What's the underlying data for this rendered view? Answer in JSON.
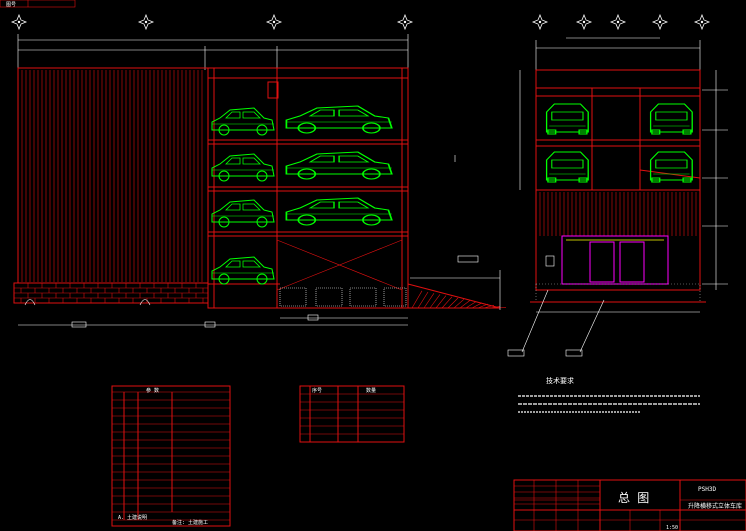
{
  "corner_tab": {
    "label": "图号"
  },
  "notes": {
    "title": "技术要求"
  },
  "left_table": {
    "header": "参 数",
    "section_bottom": "A. 土建说明",
    "footer": "备注: 土建施工"
  },
  "right_table": {
    "header_left": "序号",
    "header_right": "数量"
  },
  "title_block": {
    "company": "PSH3D",
    "drawing_name": "升降横移式立体车库",
    "main_mark": "总 图",
    "scale": "1:50"
  },
  "colors": {
    "frame": "#e01010",
    "car": "#00ff00",
    "door": "#ff00ff",
    "text": "#ffffff",
    "annotation": "#ffff00"
  }
}
